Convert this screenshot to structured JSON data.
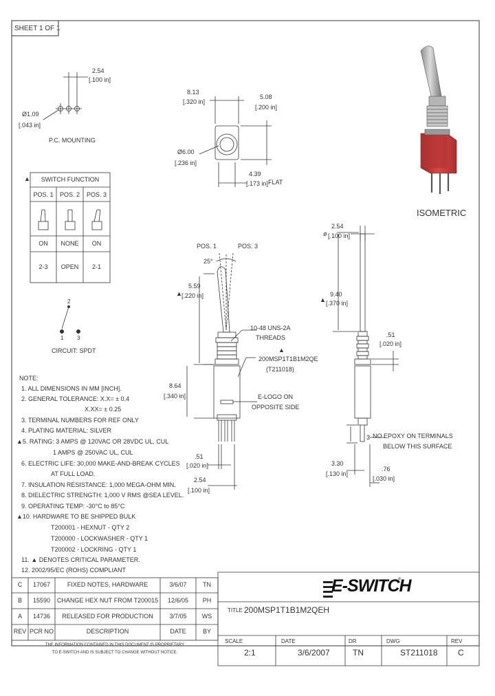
{
  "sheet_label": "SHEET 1 OF 1",
  "pc_mounting": {
    "pitch_mm": "2.54",
    "pitch_in": "[.100 in]",
    "hole_mm": "Ø1.09",
    "hole_in": "[.043 in]",
    "title": "P.C. MOUNTING"
  },
  "front_view": {
    "width_mm": "8.13",
    "width_in": "[.320 in]",
    "height_mm": "5.08",
    "height_in": "[.200 in]",
    "dia_mm": "Ø6.00",
    "dia_in": "[.236 in]",
    "flat_mm": "4.39",
    "flat_in": "[.173 in]",
    "flat_label": "FLAT"
  },
  "switch_function": {
    "marker": "▲",
    "title": "SWITCH FUNCTION",
    "headers": [
      "POS. 1",
      "POS. 2",
      "POS. 3"
    ],
    "states": [
      "ON",
      "NONE",
      "ON"
    ],
    "contacts": [
      "2-3",
      "OPEN",
      "2-1"
    ]
  },
  "circuit": {
    "terminal_top": "2",
    "terminal_left": "1",
    "terminal_right": "3",
    "title": "CIRCUIT: SPDT"
  },
  "isometric_label": "ISOMETRIC",
  "side_view": {
    "pos1": "POS. 1",
    "pos3": "POS. 3",
    "angle": "25°",
    "lever_mm": "5.59",
    "lever_in": "[.220 in]",
    "lever_marker": "▲",
    "thread": "10-48 UNS-2A",
    "thread2": "THREADS",
    "part_marker": "▲",
    "part_no": "200MSP1T1B1M2QE",
    "part_code": "(T211018)",
    "logo1": "E-LOGO ON",
    "logo2": "OPPOSITE SIDE",
    "body_mm": "8.64",
    "body_in": "[.340 in]",
    "pin_mm": ".51",
    "pin_in": "[.020 in]",
    "pitch_mm": "2.54",
    "pitch_in": "[.100 in]"
  },
  "right_view": {
    "pitch_mm": "2.54",
    "pitch_in": "[.100 in]",
    "phi": "ø",
    "lever_mm": "9.40",
    "lever_in": "[.370 in]",
    "lever_marker": "▲",
    "nut_mm": ".51",
    "nut_in": "[.020 in]",
    "epoxy1": "NO EPOXY ON TERMINALS",
    "epoxy2": "BELOW THIS SURFACE",
    "pin_marker": "3",
    "term_mm": "3.30",
    "term_in": "[.130 in]",
    "tail_mm": ".76",
    "tail_in": "[.030 in]"
  },
  "notes": [
    "NOTE:",
    "1. ALL DIMENSIONS IN MM [INCH].",
    "2. GENERAL TOLERANCE: X.X= ± 0.4",
    "X.XX= ± 0.25",
    "3. TERMINAL NUMBERS FOR REF ONLY",
    "4. PLATING MATERIAL: SILVER",
    "▲5. RATING: 3 AMPS @ 120VAC OR 28VDC UL, CUL",
    "1 AMPS @ 250VAC UL, CUL",
    "6. ELECTRIC LIFE: 30,000 MAKE-AND-BREAK CYCLES",
    "AT FULL LOAD.",
    "7. INSULATION RESISTANCE: 1,000 MEGA-OHM MIN.",
    "8. DIELECTRIC STRENGTH: 1,000 V RMS @SEA LEVEL.",
    "9. OPERATING TEMP: -30°C to 85°C",
    "▲10. HARDWARE TO BE SHIPPED BULK",
    "T200001 - HEXNUT - QTY 2",
    "T200000 - LOCKWASHER - QTY 1",
    "T200002 - LOCKRING - QTY 1",
    "11. ▲ DENOTES CRITICAL PARAMETER.",
    "12. 2002/95/EC (ROHS) COMPLIANT"
  ],
  "revisions": [
    {
      "rev": "C",
      "pcr": "17067",
      "desc": "FIXED NOTES, HARDWARE",
      "date": "3/6/07",
      "by": "TN"
    },
    {
      "rev": "B",
      "pcr": "15590",
      "desc": "CHANGE HEX NUT FROM T200015",
      "date": "12/6/05",
      "by": "PH"
    },
    {
      "rev": "A",
      "pcr": "14736",
      "desc": "RELEASED FOR PRODUCTION",
      "date": "3/7/05",
      "by": "WS"
    }
  ],
  "revision_headers": {
    "rev": "REV",
    "pcr": "PCR NO",
    "desc": "DESCRIPTION",
    "date": "DATE",
    "by": "BY"
  },
  "disclaimer1": "THE INFORMATION CONTAINED IN THIS DOCUMENT IS PROPRIETARY",
  "disclaimer2": "TO E-SWITCH AND IS SUBJECT TO CHANGE WITHOUT NOTICE.",
  "brand": "E-SWITCH",
  "brand_mark": "®",
  "title_label": "TITLE",
  "title": "200MSP1T1B1M2QEH",
  "title_block": {
    "scale_label": "SCALE",
    "scale": "2:1",
    "date_label": "DATE",
    "date": "3/6/2007",
    "dr_label": "DR",
    "dr": "TN",
    "dwg_label": "DWG",
    "dwg": "ST211018",
    "rev_label": "REV",
    "rev": "C"
  },
  "colors": {
    "red": "#c83a3a",
    "line": "#333333"
  }
}
